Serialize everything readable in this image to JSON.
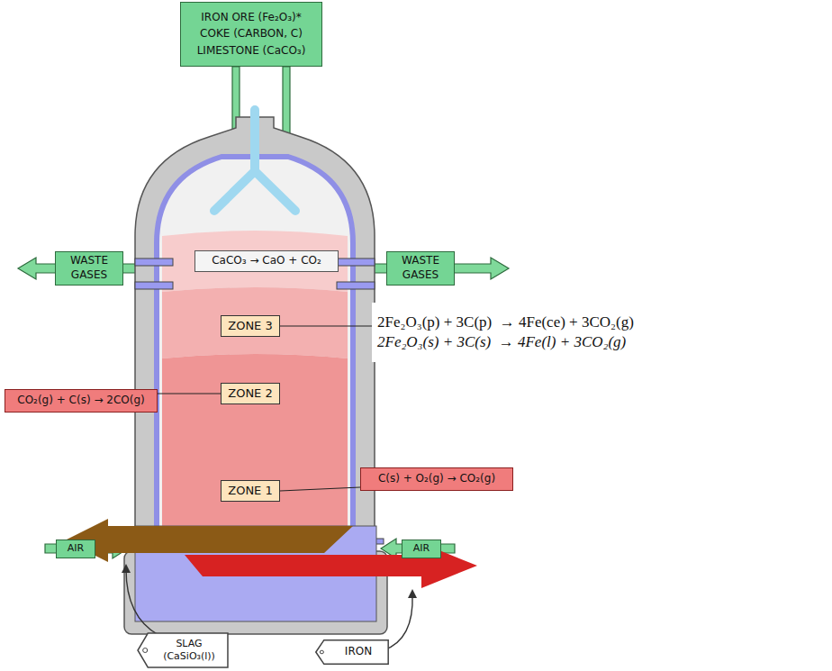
{
  "diagram": {
    "nodes": [
      {
        "text": [
          "IRON ORE (Fe₂O₃)*",
          "COKE (CARBON, C)",
          "LIMESTONE (CaCO₃)"
        ]
      },
      {
        "text": [
          "WASTE GASES"
        ]
      },
      {
        "text": [
          "CaCO₃ → CaO + CO₂"
        ]
      },
      {
        "text": [
          "WASTE GASES"
        ]
      },
      {
        "text": [
          "ZONE 3"
        ]
      },
      {
        "text": [
          "2Fe₂O₃(p) + 3C(p)  → 4Fe(ce) + 3CO₂(g)",
          "2Fe₂O₃(s) + 3C(s)  → 4Fe(l) + 3CO₂(g)"
        ]
      },
      {
        "text": [
          "CO₂(g) + C(s) → 2CO(g)"
        ]
      },
      {
        "text": [
          "ZONE 2"
        ]
      },
      {
        "text": [
          "C(s) + O₂(g) → CO₂(g)"
        ]
      },
      {
        "text": [
          "ZONE 1"
        ]
      },
      {
        "text": [
          "AIR"
        ]
      },
      {
        "text": [
          "AIR"
        ]
      },
      {
        "text": [
          "SLAG",
          "(CaSiO₃(l))"
        ]
      },
      {
        "text": [
          "IRON"
        ]
      }
    ],
    "edges": [
      {
        "from": 4,
        "to": 5,
        "arrow": "none"
      },
      {
        "from": 7,
        "to": 6,
        "arrow": "none"
      },
      {
        "from": 9,
        "to": 8,
        "arrow": "none"
      }
    ]
  }
}
